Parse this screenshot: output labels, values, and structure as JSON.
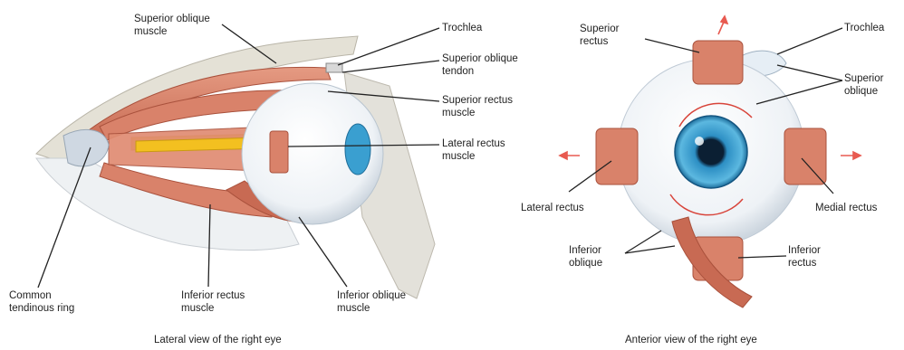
{
  "lateral": {
    "labels": {
      "superior_oblique_muscle": "Superior oblique\nmuscle",
      "trochlea": "Trochlea",
      "superior_oblique_tendon": "Superior oblique\ntendon",
      "superior_rectus_muscle": "Superior rectus\nmuscle",
      "lateral_rectus_muscle": "Lateral rectus\nmuscle",
      "common_tendinous_ring": "Common\ntendinous ring",
      "inferior_rectus_muscle": "Inferior rectus\nmuscle",
      "inferior_oblique_muscle": "Inferior oblique\nmuscle"
    },
    "caption": "Lateral view of the right eye"
  },
  "anterior": {
    "labels": {
      "superior_rectus": "Superior\nrectus",
      "trochlea": "Trochlea",
      "superior_oblique": "Superior\noblique",
      "lateral_rectus": "Lateral rectus",
      "medial_rectus": "Medial rectus",
      "inferior_oblique": "Inferior\noblique",
      "inferior_rectus": "Inferior\nrectus"
    },
    "caption": "Anterior view of the right eye"
  },
  "colors": {
    "muscle": "#d9826a",
    "muscle_dark": "#b85a45",
    "sclera": "#f4f7fa",
    "iris": "#3a9fd0",
    "nerve": "#f3c020",
    "bone": "#e4e1d6",
    "arrow": "#e85a50"
  }
}
